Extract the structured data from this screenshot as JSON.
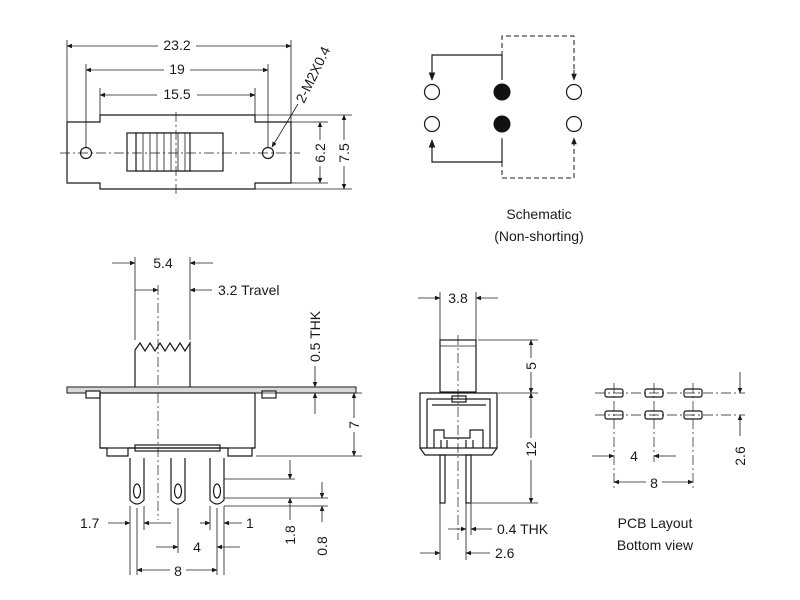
{
  "top_view": {
    "dim_overall": "23.2",
    "dim_holes": "19",
    "dim_body": "15.5",
    "dim_screw": "2-M2X0.4",
    "dim_body_h": "6.2",
    "dim_flange_h": "7.5"
  },
  "schematic": {
    "title_line1": "Schematic",
    "title_line2": "(Non-shorting)"
  },
  "side_view": {
    "dim_actuator": "5.4",
    "dim_travel": "3.2 Travel",
    "dim_thk": "0.5 THK",
    "dim_body_h": "7",
    "dim_pin_edge": "1.7",
    "dim_pin_w": "1",
    "dim_pitch": "4",
    "dim_span": "8",
    "dim_pin_len": "1.8",
    "dim_pin_tip": "0.8"
  },
  "end_view": {
    "dim_width": "3.8",
    "dim_actuator_h": "5",
    "dim_height": "12",
    "dim_thk": "0.4 THK",
    "dim_pin_span": "2.6"
  },
  "pcb": {
    "dim_pitch": "4",
    "dim_span": "8",
    "dim_row": "2.6",
    "title_line1": "PCB Layout",
    "title_line2": "Bottom view"
  }
}
